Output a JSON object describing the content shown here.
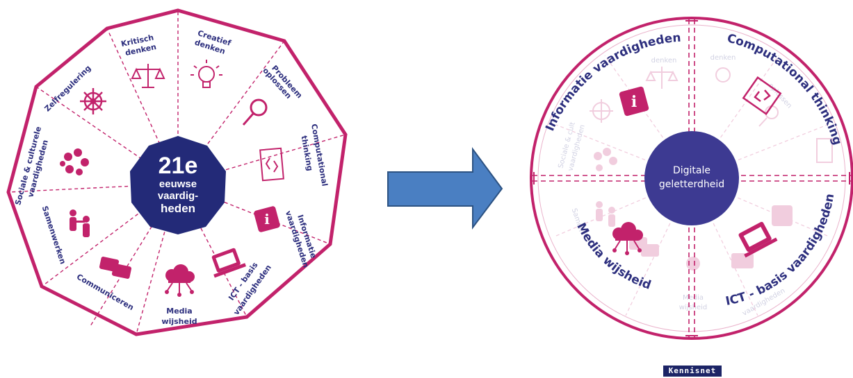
{
  "left_wheel": {
    "center": {
      "line1": "21e",
      "line2": "eeuwse",
      "line3": "vaardig-",
      "line4": "heden"
    },
    "segments": [
      {
        "lines": [
          "Kritisch",
          "denken"
        ],
        "icon": "scales-icon"
      },
      {
        "lines": [
          "Creatief",
          "denken"
        ],
        "icon": "lightbulb-icon"
      },
      {
        "lines": [
          "Probleem",
          "oplossen"
        ],
        "icon": "magnifier-icon"
      },
      {
        "lines": [
          "Computational",
          "thinking"
        ],
        "icon": "code-window-icon"
      },
      {
        "lines": [
          "Informatie",
          "vaardigheden"
        ],
        "icon": "info-icon"
      },
      {
        "lines": [
          "ICT - basis",
          "vaardigheden"
        ],
        "icon": "laptop-icon"
      },
      {
        "lines": [
          "Media",
          "wijsheid"
        ],
        "icon": "cloud-network-icon"
      },
      {
        "lines": [
          "Communiceren"
        ],
        "icon": "chat-bubbles-icon"
      },
      {
        "lines": [
          "Samenwerken"
        ],
        "icon": "people-icon"
      },
      {
        "lines": [
          "Sociale & culturele",
          "vaardigheden"
        ],
        "icon": "group-icon"
      },
      {
        "lines": [
          "Zelfregulering"
        ],
        "icon": "helm-icon"
      }
    ]
  },
  "right_wheel": {
    "center": {
      "line1": "Digitale",
      "line2": "geletterdheid"
    },
    "quadrants": [
      {
        "label": "Informatie vaardigheden",
        "icon": "info-icon"
      },
      {
        "label": "Computational thinking",
        "icon": "code-window-icon"
      },
      {
        "label": "ICT - basis vaardigheden",
        "icon": "laptop-icon"
      },
      {
        "label": "Media wijsheid",
        "icon": "cloud-network-icon"
      }
    ],
    "faded_labels": [
      "denken",
      "denken",
      "oplossen",
      "Sociale & cult",
      "vaardigheden",
      "Samen",
      "Media",
      "wijsheid",
      "vaardigheden"
    ]
  },
  "brand": "Kennisnet",
  "colors": {
    "magenta": "#c2226b",
    "navy": "#232a78",
    "indigo": "#3d3a92",
    "arrow": "#4a7fc2",
    "arrow_stroke": "#2c5282"
  }
}
